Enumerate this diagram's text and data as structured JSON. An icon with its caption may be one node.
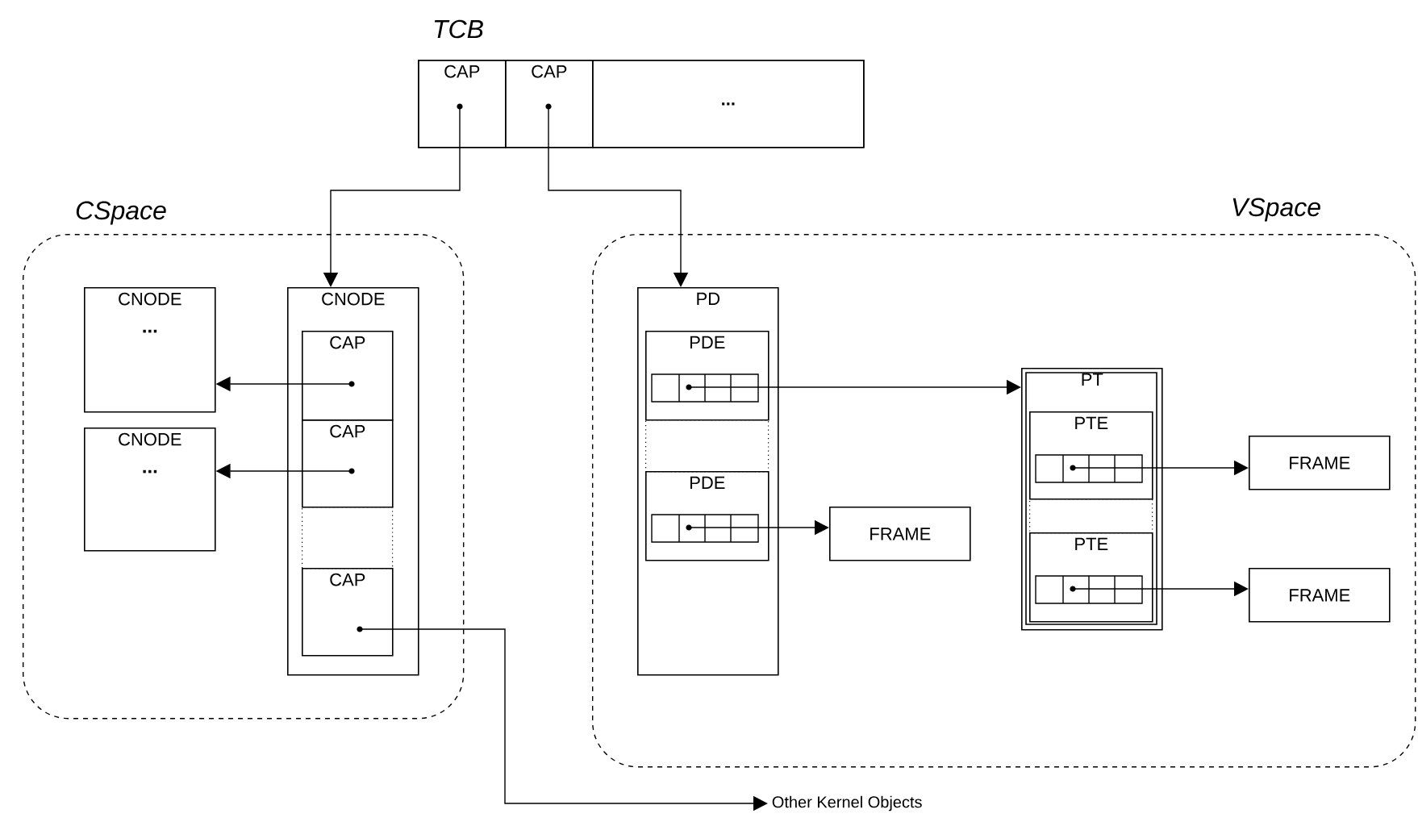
{
  "diagram": {
    "nodes": [
      {
        "text": [
          "TCB"
        ]
      },
      {
        "text": [
          "CAP"
        ],
        "in": 0
      },
      {
        "text": [
          "CAP"
        ],
        "in": 0
      },
      {
        "text": [
          "..."
        ],
        "in": 0
      },
      {
        "text": [
          "CSpace"
        ]
      },
      {
        "text": [
          "CNODE",
          "..."
        ],
        "in": 4
      },
      {
        "text": [
          "CNODE",
          "..."
        ],
        "in": 4
      },
      {
        "text": [
          "CNODE"
        ],
        "in": 4
      },
      {
        "text": [
          "CAP"
        ],
        "in": 7
      },
      {
        "text": [
          "CAP"
        ],
        "in": 7
      },
      {
        "text": [
          "CAP"
        ],
        "in": 7
      },
      {
        "text": [
          "VSpace"
        ]
      },
      {
        "text": [
          "PD"
        ],
        "in": 11
      },
      {
        "text": [
          "PDE"
        ],
        "in": 12
      },
      {
        "text": [
          "PDE"
        ],
        "in": 12
      },
      {
        "text": [
          "FRAME"
        ],
        "in": 11
      },
      {
        "text": [
          "PT"
        ],
        "in": 11
      },
      {
        "text": [
          "PTE"
        ],
        "in": 16
      },
      {
        "text": [
          "PTE"
        ],
        "in": 16
      },
      {
        "text": [
          "FRAME"
        ],
        "in": 11
      },
      {
        "text": [
          "FRAME"
        ],
        "in": 11
      },
      {
        "text": [
          "Other Kernel Objects"
        ]
      },
      {
        "text": [],
        "shape": "box",
        "in": 7
      },
      {
        "text": [],
        "shape": "box",
        "in": 12
      },
      {
        "text": [],
        "shape": "box",
        "in": 16
      }
    ],
    "edges": [
      {
        "from": 1,
        "to": 7,
        "arrow": "to"
      },
      {
        "from": 2,
        "to": 12,
        "arrow": "to"
      },
      {
        "from": 8,
        "to": 5,
        "arrow": "to"
      },
      {
        "from": 9,
        "to": 6,
        "arrow": "to"
      },
      {
        "from": 10,
        "to": 21,
        "arrow": "to"
      },
      {
        "from": 13,
        "to": 16,
        "arrow": "to"
      },
      {
        "from": 14,
        "to": 15,
        "arrow": "to"
      },
      {
        "from": 17,
        "to": 19,
        "arrow": "to"
      },
      {
        "from": 18,
        "to": 20,
        "arrow": "to"
      }
    ]
  }
}
